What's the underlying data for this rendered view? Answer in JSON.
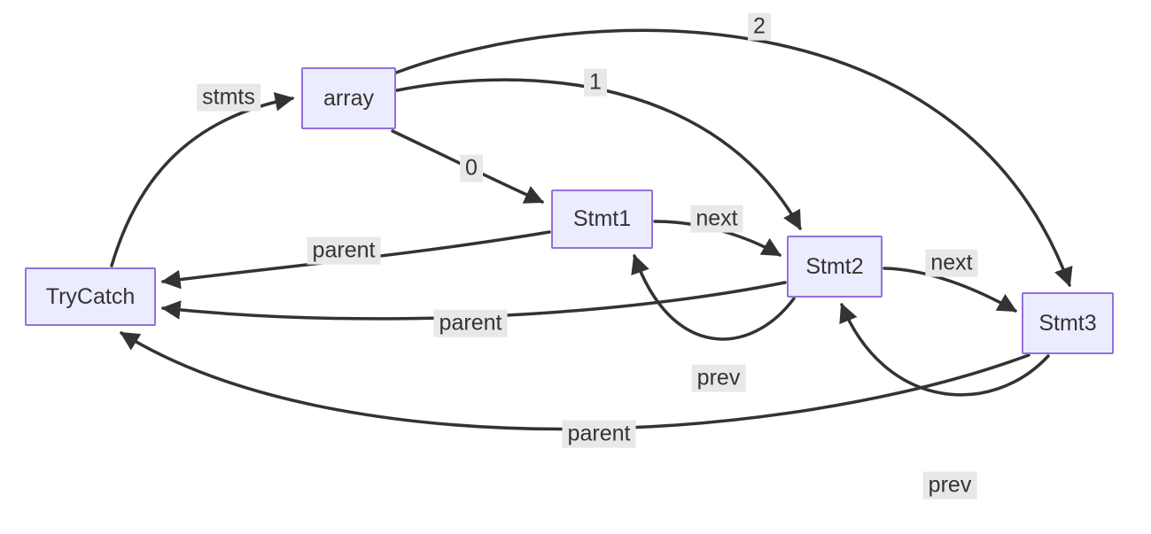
{
  "diagram": {
    "type": "flowchart",
    "nodes": [
      {
        "id": "trycatch",
        "label": "TryCatch"
      },
      {
        "id": "array",
        "label": "array"
      },
      {
        "id": "stmt1",
        "label": "Stmt1"
      },
      {
        "id": "stmt2",
        "label": "Stmt2"
      },
      {
        "id": "stmt3",
        "label": "Stmt3"
      }
    ],
    "edges": [
      {
        "from": "trycatch",
        "to": "array",
        "label": "stmts"
      },
      {
        "from": "array",
        "to": "stmt1",
        "label": "0"
      },
      {
        "from": "array",
        "to": "stmt2",
        "label": "1"
      },
      {
        "from": "array",
        "to": "stmt3",
        "label": "2"
      },
      {
        "from": "stmt1",
        "to": "stmt2",
        "label": "next"
      },
      {
        "from": "stmt2",
        "to": "stmt3",
        "label": "next"
      },
      {
        "from": "stmt1",
        "to": "trycatch",
        "label": "parent"
      },
      {
        "from": "stmt2",
        "to": "trycatch",
        "label": "parent"
      },
      {
        "from": "stmt3",
        "to": "trycatch",
        "label": "parent"
      },
      {
        "from": "stmt2",
        "to": "stmt1",
        "label": "prev"
      },
      {
        "from": "stmt3",
        "to": "stmt2",
        "label": "prev"
      }
    ],
    "colors": {
      "node_fill": "#ECECFF",
      "node_border": "#9370DB",
      "edge": "#333333",
      "label_bg": "#e8e8e8",
      "text": "#333333"
    }
  }
}
